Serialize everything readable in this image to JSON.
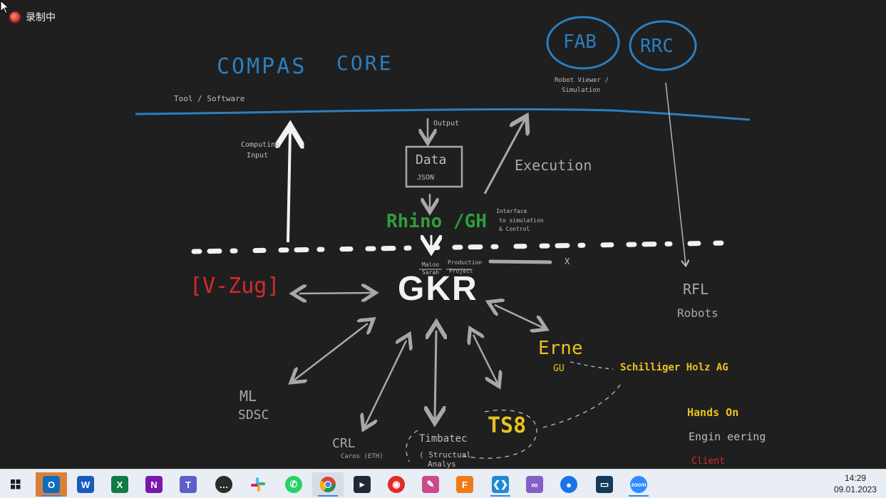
{
  "recording": {
    "label": "录制中"
  },
  "whiteboard": {
    "compas": "COMPAS",
    "core": "CORE",
    "tool_software": "Tool / Software",
    "fab": "FAB",
    "rrc": "RRC",
    "robot_viewer_1": "Robot  Viewer /",
    "robot_viewer_2": "Simulation",
    "output": "Output",
    "data": "Data",
    "json": "JSON",
    "execution": "Execution",
    "computing_1": "Computing",
    "computing_2": "Input",
    "rhino_gh": "Rhino /GH",
    "interface_1": "Interface",
    "interface_2": "to simulation",
    "interface_3": "& Control",
    "v_zug": "[V-Zug]",
    "gkr": "GKR",
    "maloo": "Maloo",
    "sarah": "Sarah",
    "production": "Production",
    "project": "Project",
    "x_mark": "X",
    "rfl": "RFL",
    "robots": "Robots",
    "erne": "Erne",
    "gu": "GU",
    "schilliger": "Schilliger Holz AG",
    "ml": "ML",
    "sdsc": "SDSC",
    "crl": "CRL",
    "caros": "Caros (ETH)",
    "timbatec": "Timbatec",
    "structural_1": "( Structual",
    "structural_2": "Analys",
    "ts8": "TS8",
    "hands_on": "Hands On",
    "engineering": "Engin eering",
    "client": "Client"
  },
  "colors": {
    "blue_ink": "#2b7fc0",
    "green_ink": "#2e9e3a",
    "red_ink": "#d42a2a",
    "yellow_ink": "#e8c21f",
    "white_ink": "#f2f2f2",
    "grey_ink": "#9a9a9a"
  },
  "taskbar": {
    "time": "14:29",
    "date": "09.01.2023",
    "apps": [
      {
        "name": "outlook",
        "icon": "outlook-icon"
      },
      {
        "name": "word",
        "icon": "word-icon"
      },
      {
        "name": "excel",
        "icon": "excel-icon"
      },
      {
        "name": "onenote",
        "icon": "onenote-icon"
      },
      {
        "name": "teams",
        "icon": "teams-icon"
      },
      {
        "name": "signal",
        "icon": "chat-icon"
      },
      {
        "name": "slack",
        "icon": "slack-icon"
      },
      {
        "name": "whatsapp",
        "icon": "whatsapp-icon"
      },
      {
        "name": "chrome",
        "icon": "chrome-icon"
      },
      {
        "name": "app-dark",
        "icon": "app-icon"
      },
      {
        "name": "app-red",
        "icon": "app-icon"
      },
      {
        "name": "paint",
        "icon": "paint-icon"
      },
      {
        "name": "formit",
        "icon": "formit-icon"
      },
      {
        "name": "vscode",
        "icon": "vscode-icon"
      },
      {
        "name": "visual-studio",
        "icon": "visual-studio-icon"
      },
      {
        "name": "maps",
        "icon": "location-icon"
      },
      {
        "name": "app-teal",
        "icon": "app-icon"
      },
      {
        "name": "zoom",
        "icon": "zoom-icon"
      }
    ]
  }
}
